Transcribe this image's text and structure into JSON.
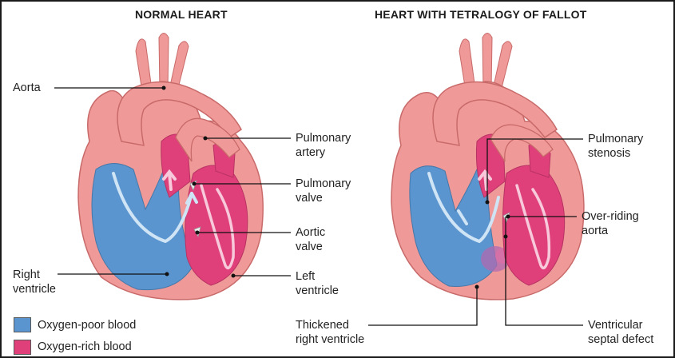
{
  "panels": [
    {
      "title": "NORMAL HEART"
    },
    {
      "title": "HEART WITH TETRALOGY OF FALLOT"
    }
  ],
  "labels": {
    "aorta": "Aorta",
    "pulmonary_artery": [
      "Pulmonary",
      "artery"
    ],
    "pulmonary_valve": [
      "Pulmonary",
      "valve"
    ],
    "aortic_valve": [
      "Aortic",
      "valve"
    ],
    "right_ventricle": [
      "Right",
      "ventricle"
    ],
    "left_ventricle": [
      "Left",
      "ventricle"
    ],
    "pulmonary_stenosis": [
      "Pulmonary",
      "stenosis"
    ],
    "overriding_aorta": [
      "Over-riding",
      "aorta"
    ],
    "thickened_rv": [
      "Thickened",
      "right ventricle"
    ],
    "vsd": [
      "Ventricular",
      "septal defect"
    ]
  },
  "legend": [
    {
      "label": "Oxygen-poor blood",
      "color": "#5b95cf"
    },
    {
      "label": "Oxygen-rich blood",
      "color": "#e0407a"
    }
  ],
  "colors": {
    "tissue": "#ef9a98",
    "tissue_dark": "#e37b7a",
    "oxygen_poor": "#5b95cf",
    "oxygen_rich": "#e0407a",
    "flow_arrow": "#cfe4f5"
  }
}
